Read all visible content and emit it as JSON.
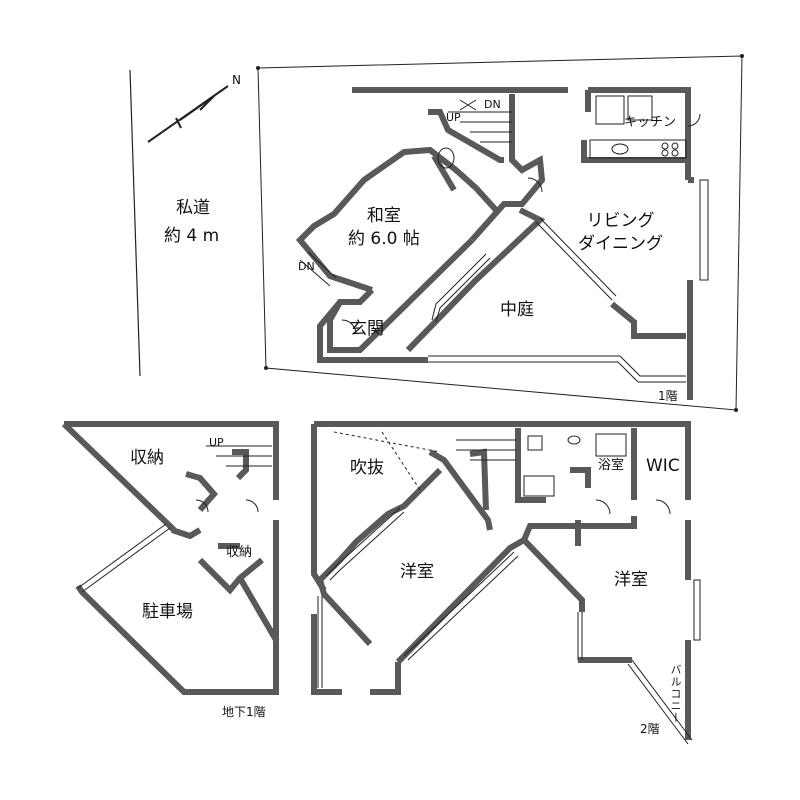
{
  "site": {
    "road_name": "私道",
    "road_width": "約 4 m",
    "north_mark": "N"
  },
  "floor1": {
    "floor_label": "1階",
    "kitchen": "キッチン",
    "living_dining": "リビング\nダイニング",
    "japanese_room": "和室\n約 6.0 帖",
    "courtyard": "中庭",
    "entrance": "玄関",
    "stair_up": "UP",
    "stair_down": "DN",
    "stair_down_2": "DN"
  },
  "floor2": {
    "floor_label": "2階",
    "void": "吹抜",
    "western_room_1": "洋室",
    "western_room_2": "洋室",
    "bathroom": "浴室",
    "wic": "WIC",
    "balcony": "バルコニー"
  },
  "basement": {
    "floor_label": "地下1階",
    "storage_1": "収納",
    "storage_2": "収納",
    "parking": "駐車場",
    "stair_up": "UP"
  },
  "colors": {
    "wall": "#595959",
    "line": "#222222",
    "fixture": "#888888"
  }
}
